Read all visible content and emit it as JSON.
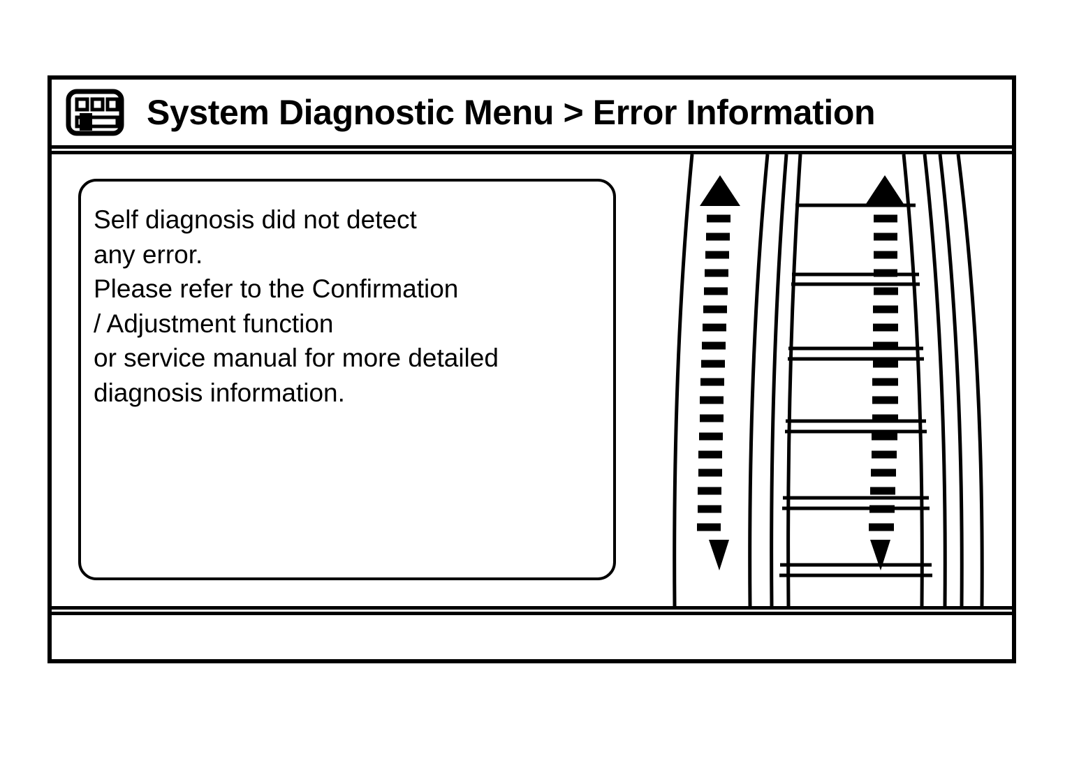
{
  "header": {
    "icon": "menu-grid-slider-icon",
    "title": "System Diagnostic Menu > Error Information"
  },
  "message_panel": {
    "lines": [
      "Self diagnosis did not detect",
      "any error.",
      "Please refer to the Confirmation",
      "/ Adjustment function",
      "or service manual for more detailed",
      "diagnosis information."
    ]
  },
  "graphic": {
    "name": "ladder-road-scroll-graphic",
    "left_arrow": "up-down-dashed-arrow-icon",
    "right_arrow": "up-down-dashed-arrow-icon",
    "rung_count": 6
  },
  "status_bar": {
    "text": ""
  },
  "colors": {
    "ink": "#000000",
    "background": "#ffffff"
  }
}
